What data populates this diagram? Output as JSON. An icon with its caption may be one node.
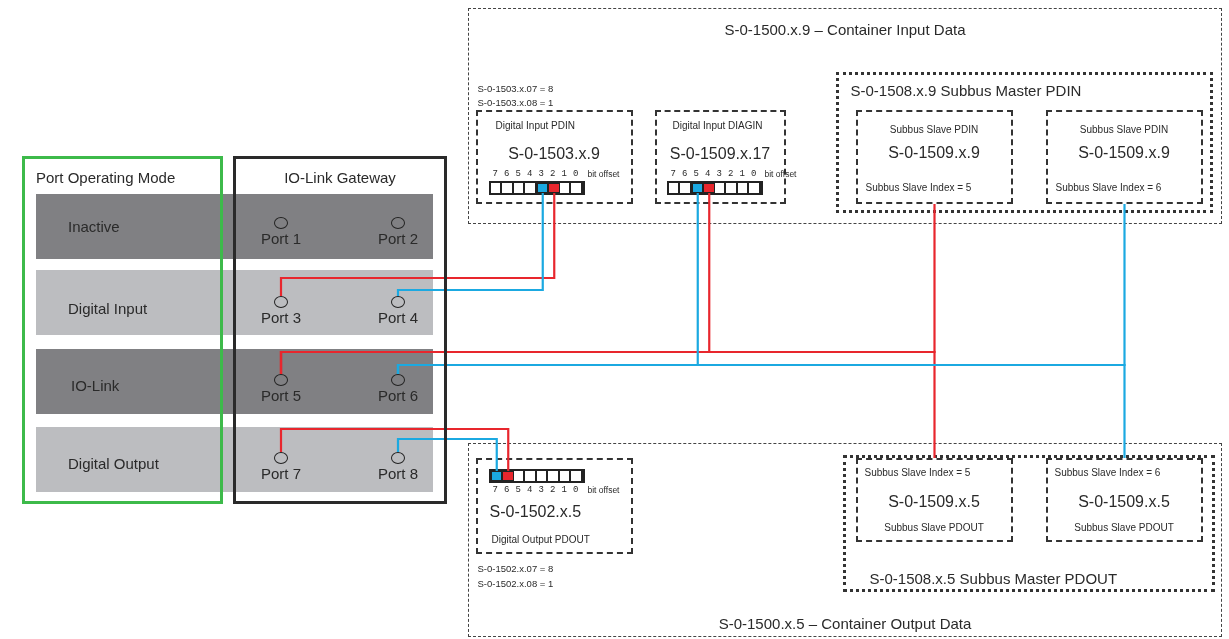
{
  "diagram": {
    "nodes": [
      {
        "text": [
          "S-0-1500.x.9 – Container Input Data"
        ]
      },
      {
        "text": [
          "Digital Input PDIN",
          "S-0-1503.x.9",
          "7 6 5 4 3 2 1 0",
          "bit offset"
        ],
        "in": 0,
        "beside": [
          "S-0-1503.x.07 = 8",
          "S-0-1503.x.08 = 1"
        ]
      },
      {
        "text": [],
        "shape": "box",
        "in": 1
      },
      {
        "text": [],
        "shape": "box",
        "in": 1
      },
      {
        "text": [
          "Digital Input DIAGIN",
          "S-0-1509.x.17",
          "7 6 5 4 3 2 1 0",
          "bit offset"
        ],
        "in": 0
      },
      {
        "text": [],
        "shape": "box",
        "in": 4
      },
      {
        "text": [],
        "shape": "box",
        "in": 4
      },
      {
        "text": [
          "S-0-1508.x.9 Subbus Master PDIN"
        ],
        "in": 0
      },
      {
        "text": [
          "Subbus Slave PDIN",
          "S-0-1509.x.9",
          "Subbus Slave Index = 5"
        ],
        "in": 7
      },
      {
        "text": [
          "Subbus Slave PDIN",
          "S-0-1509.x.9",
          "Subbus Slave Index = 6"
        ],
        "in": 7
      },
      {
        "text": [
          "Inactive"
        ]
      },
      {
        "text": [
          "Port 1"
        ],
        "in": 10
      },
      {
        "text": [
          "Port 2"
        ],
        "in": 10
      },
      {
        "text": [
          "Digital Input"
        ]
      },
      {
        "text": [
          "Port 3"
        ],
        "in": 13
      },
      {
        "text": [
          "Port 4"
        ],
        "in": 13
      },
      {
        "text": [
          "IO-Link"
        ]
      },
      {
        "text": [
          "Port 5"
        ],
        "in": 16
      },
      {
        "text": [
          "Port 6"
        ],
        "in": 16
      },
      {
        "text": [
          "Digital Output"
        ]
      },
      {
        "text": [
          "Port 7"
        ],
        "in": 19
      },
      {
        "text": [
          "Port 8"
        ],
        "in": 19
      },
      {
        "text": [
          "S-0-1500.x.5 – Container Output Data"
        ]
      },
      {
        "text": [
          "7 6 5 4 3 2 1 0",
          "bit offset",
          "S-0-1502.x.5",
          "Digital Output PDOUT"
        ],
        "in": 22,
        "beside": [
          "S-0-1502.x.07 = 8",
          "S-0-1502.x.08 = 1"
        ]
      },
      {
        "text": [],
        "shape": "box",
        "in": 23
      },
      {
        "text": [],
        "shape": "box",
        "in": 23
      },
      {
        "text": [
          "S-0-1508.x.5 Subbus Master PDOUT"
        ],
        "in": 22
      },
      {
        "text": [
          "Subbus Slave Index = 5",
          "S-0-1509.x.5",
          "Subbus Slave PDOUT"
        ],
        "in": 26
      },
      {
        "text": [
          "Subbus Slave Index = 6",
          "S-0-1509.x.5",
          "Subbus Slave PDOUT"
        ],
        "in": 26
      }
    ],
    "edges": [
      {
        "from": 14,
        "to": 3,
        "arrow": "none",
        "color": "#e8262d"
      },
      {
        "from": 15,
        "to": 2,
        "arrow": "none",
        "color": "#1ba9e1"
      },
      {
        "from": 17,
        "to": 6,
        "arrow": "none",
        "color": "#e8262d"
      },
      {
        "from": 17,
        "to": 8,
        "arrow": "none",
        "color": "#e8262d"
      },
      {
        "from": 17,
        "to": 27,
        "arrow": "none",
        "color": "#e8262d"
      },
      {
        "from": 18,
        "to": 5,
        "arrow": "none",
        "color": "#1ba9e1"
      },
      {
        "from": 18,
        "to": 9,
        "arrow": "none",
        "color": "#1ba9e1"
      },
      {
        "from": 18,
        "to": 28,
        "arrow": "none",
        "color": "#1ba9e1"
      },
      {
        "from": 20,
        "to": 25,
        "arrow": "none",
        "color": "#e8262d"
      },
      {
        "from": 21,
        "to": 24,
        "arrow": "none",
        "color": "#1ba9e1"
      }
    ],
    "labels": [
      "Port Operating Mode",
      "IO-Link Gateway"
    ]
  }
}
